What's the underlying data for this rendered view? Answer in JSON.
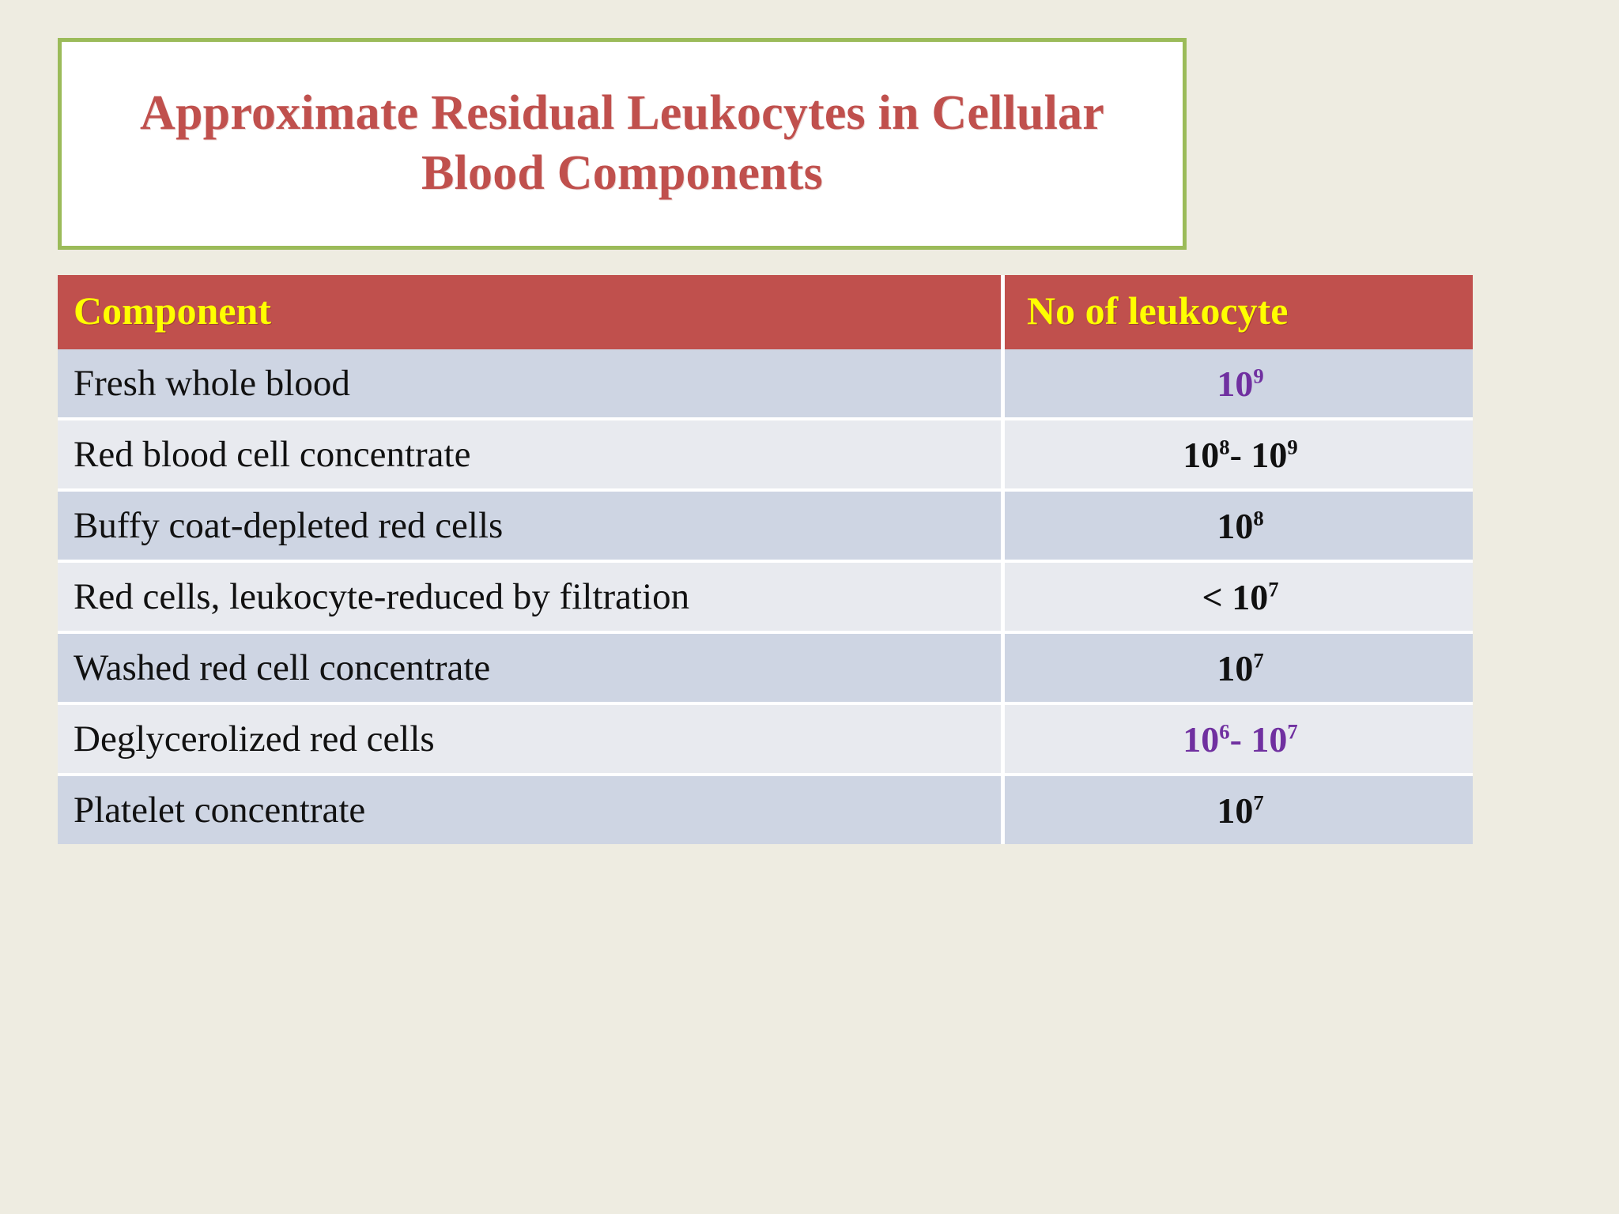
{
  "slide": {
    "background_color": "#eeece1",
    "title": "Approximate Residual Leukocytes in Cellular Blood Components",
    "title_color": "#c0504d",
    "title_border_color": "#9bbb59"
  },
  "table": {
    "header_bg": "#c0504d",
    "header_text_color": "#ffff00",
    "row_color_dark": "#ced5e3",
    "row_color_light": "#e8eaef",
    "accent_purple": "#7030a0",
    "headers": {
      "component": "Component",
      "count": "No of leukocyte"
    },
    "rows": [
      {
        "component": "Fresh whole blood",
        "count_base1": "10",
        "count_exp1": "9",
        "count_sep": "",
        "count_base2": "",
        "count_exp2": "",
        "count_prefix": "",
        "color": "purple",
        "size": "big"
      },
      {
        "component": "Red blood cell concentrate",
        "count_base1": "10",
        "count_exp1": "8",
        "count_sep": "- ",
        "count_base2": "10",
        "count_exp2": "9",
        "count_prefix": "",
        "color": "black",
        "size": "normal"
      },
      {
        "component": "Buffy coat-depleted red cells",
        "count_base1": "10",
        "count_exp1": "8",
        "count_sep": "",
        "count_base2": "",
        "count_exp2": "",
        "count_prefix": "",
        "color": "black",
        "size": "normal"
      },
      {
        "component": "Red cells, leukocyte-reduced by filtration",
        "count_base1": "10",
        "count_exp1": "7",
        "count_sep": "",
        "count_base2": "",
        "count_exp2": "",
        "count_prefix": "< ",
        "color": "black",
        "size": "normal"
      },
      {
        "component": "Washed red cell concentrate",
        "count_base1": "10",
        "count_exp1": "7",
        "count_sep": "",
        "count_base2": "",
        "count_exp2": "",
        "count_prefix": "",
        "color": "black",
        "size": "normal"
      },
      {
        "component": "Deglycerolized red cells",
        "count_base1": "10",
        "count_exp1": "6",
        "count_sep": "- ",
        "count_base2": "10",
        "count_exp2": "7",
        "count_prefix": "",
        "color": "purple",
        "size": "normal"
      },
      {
        "component": "Platelet concentrate",
        "count_base1": "10",
        "count_exp1": "7",
        "count_sep": "",
        "count_base2": "",
        "count_exp2": "",
        "count_prefix": "",
        "color": "black",
        "size": "normal"
      }
    ]
  }
}
